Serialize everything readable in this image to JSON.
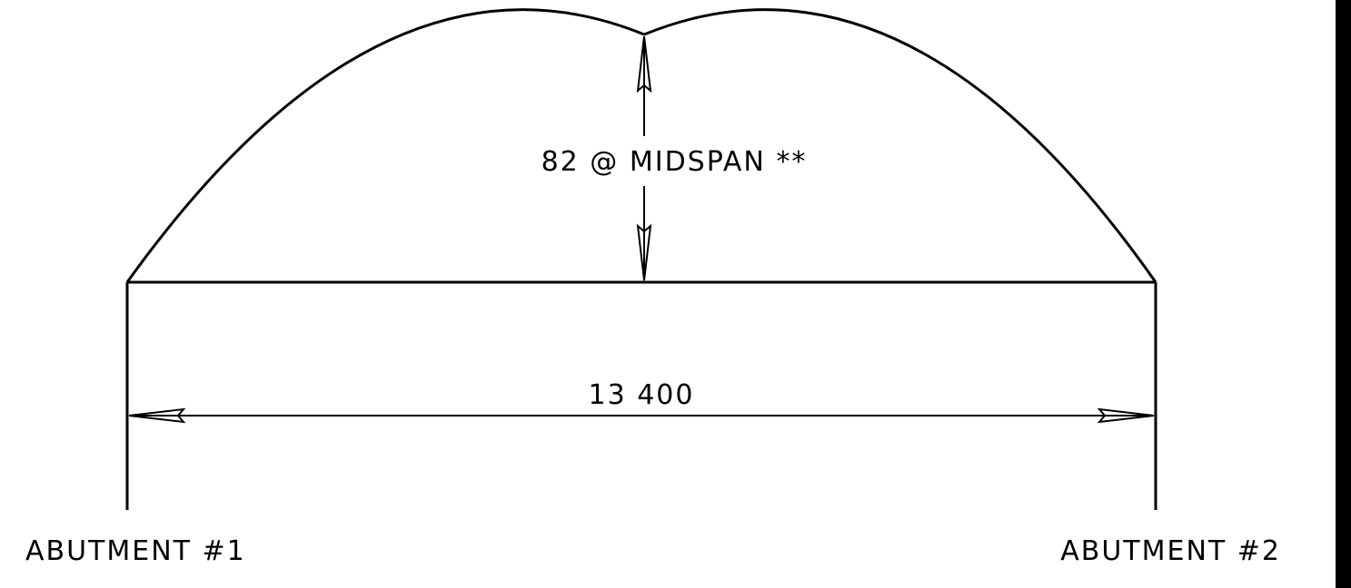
{
  "diagram": {
    "camber_dimension": "82 @ MIDSPAN **",
    "span_dimension": "13 400",
    "left_support_label": "ABUTMENT #1",
    "right_support_label": "ABUTMENT #2"
  },
  "colors": {
    "line": "#000000",
    "background": "#ffffff"
  }
}
